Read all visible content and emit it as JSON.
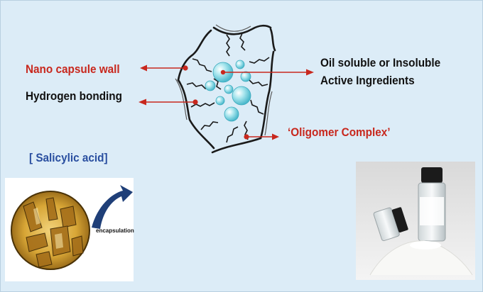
{
  "labels": {
    "nano_capsule_wall": "Nano capsule wall",
    "hydrogen_bonding": "Hydrogen bonding",
    "oil_soluble_line1": "Oil soluble or Insoluble",
    "oil_soluble_line2": "Active Ingredients",
    "oligomer_complex": "‘Oligomer Complex’",
    "salicylic_acid": "[ Salicylic acid]",
    "encapsulation": "encapsulation"
  },
  "colors": {
    "background": "#dcecf7",
    "red_label": "#c8281e",
    "arrow_red": "#c8281e",
    "blue_label": "#2a4fa0",
    "capsule_ball": "#7fd6e3",
    "dark_text": "#111111",
    "curved_arrow": "#1f3f78"
  },
  "icons": {
    "capsule": "nanocapsule-network",
    "crystals": "salicylic-acid-crystals-micrograph",
    "curved_arrow": "curved-arrow-right",
    "vials": "powder-and-vials-photo"
  }
}
